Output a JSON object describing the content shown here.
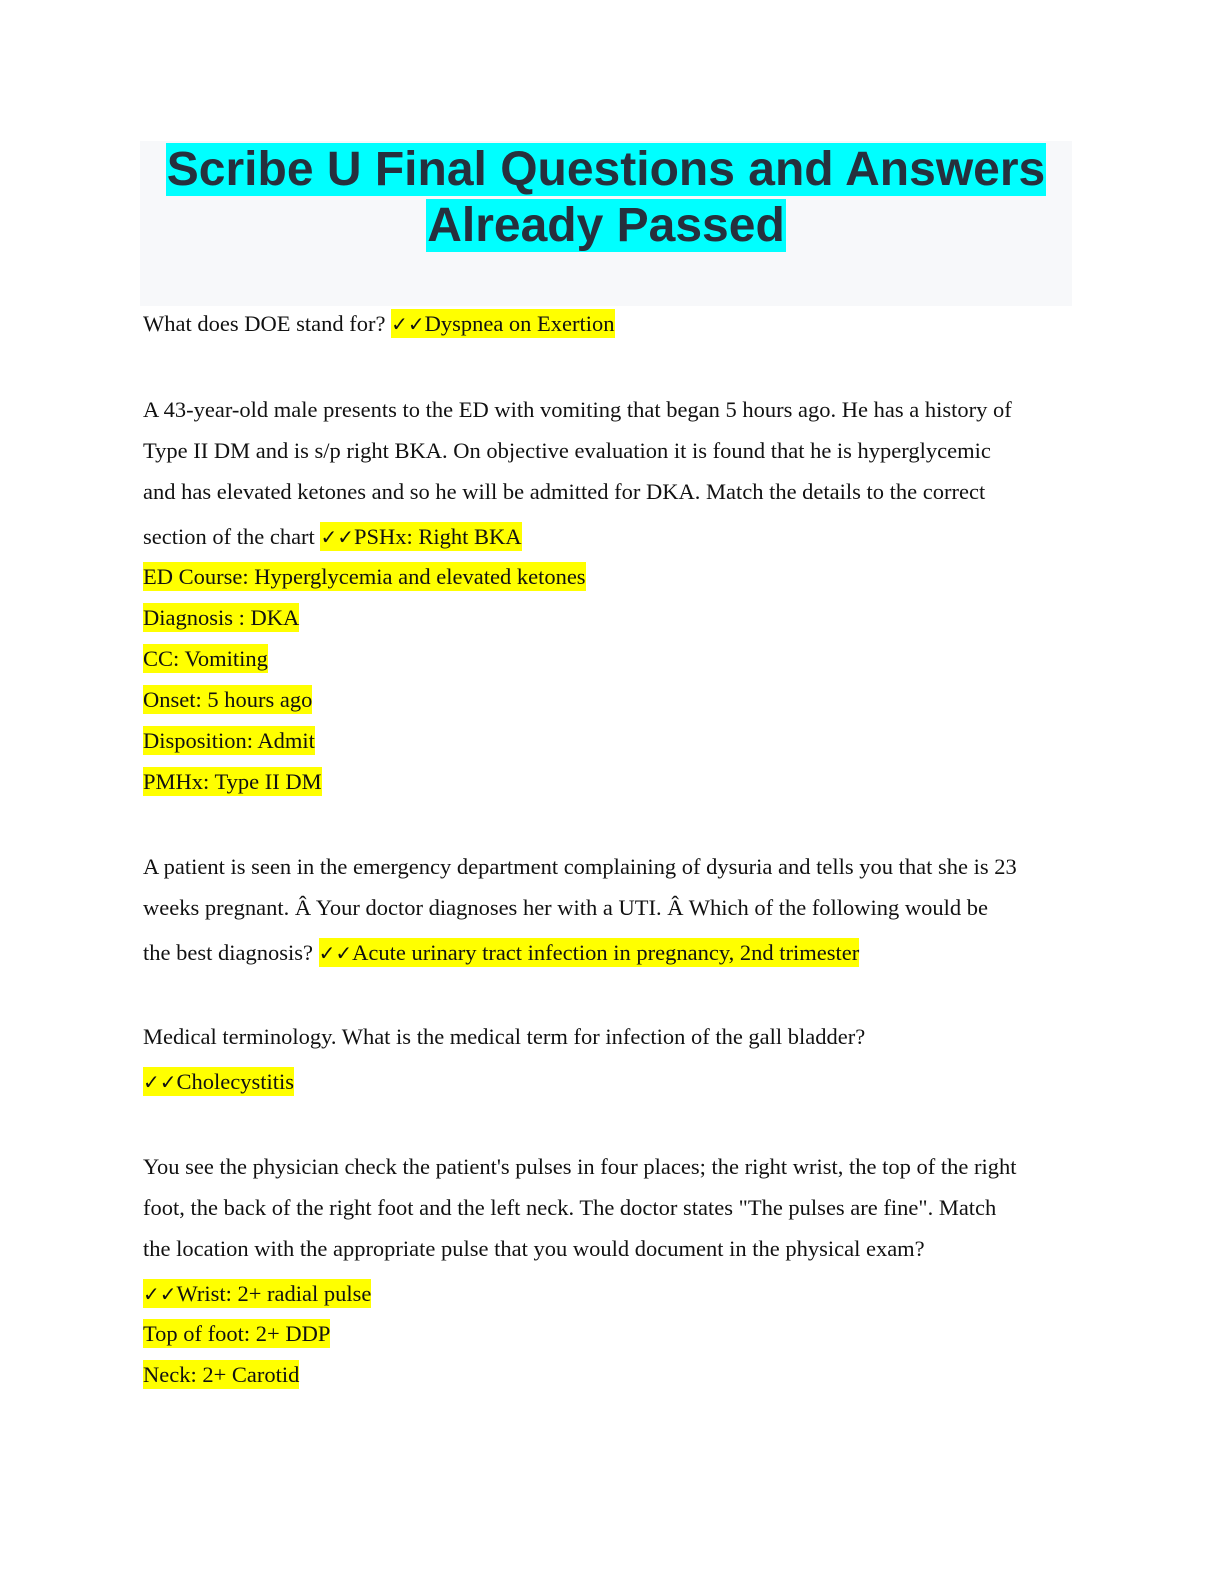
{
  "title": {
    "line1": "Scribe U Final Questions and Answers",
    "line2": "Already Passed"
  },
  "check_mark": "✓✓",
  "items": [
    {
      "question_lines": [
        "What does DOE stand for?"
      ],
      "answer_first": "Dyspnea on Exertion"
    },
    {
      "question_lines": [
        "A 43-year-old male presents to the ED with vomiting that began 5 hours ago. He has a history of",
        "Type II DM and is s/p right BKA. On objective evaluation it is found that he is hyperglycemic",
        "and has elevated ketones and so he will be admitted for DKA. Match the details to the correct",
        "section of the chart"
      ],
      "answer_first": "PSHx: Right BKA",
      "answer_rest": [
        "ED Course: Hyperglycemia and elevated ketones",
        "Diagnosis : DKA",
        "CC: Vomiting",
        "Onset: 5 hours ago",
        "Disposition: Admit",
        "PMHx: Type II DM"
      ]
    },
    {
      "question_lines": [
        "A patient is seen in the emergency department complaining of dysuria and tells you that she is 23",
        "weeks pregnant. Â Your doctor diagnoses her with a UTI. Â Which of the following would be",
        "the best diagnosis?"
      ],
      "answer_first": "Acute urinary tract infection in pregnancy, 2nd trimester"
    },
    {
      "question_lines": [
        "Medical terminology. What is the medical term for infection of the gall bladder?"
      ],
      "answer_first": "Cholecystitis"
    },
    {
      "question_lines": [
        "You see the physician check the patient's pulses in four places; the right wrist, the top of the right",
        "foot, the back of the right foot and the left neck. The doctor states \"The pulses are fine\". Match",
        "the location with the appropriate pulse that you would document in the physical exam?"
      ],
      "answer_first": "Wrist: 2+ radial pulse",
      "answer_rest": [
        "Top of foot: 2+ DDP",
        "Neck: 2+ Carotid"
      ]
    }
  ]
}
